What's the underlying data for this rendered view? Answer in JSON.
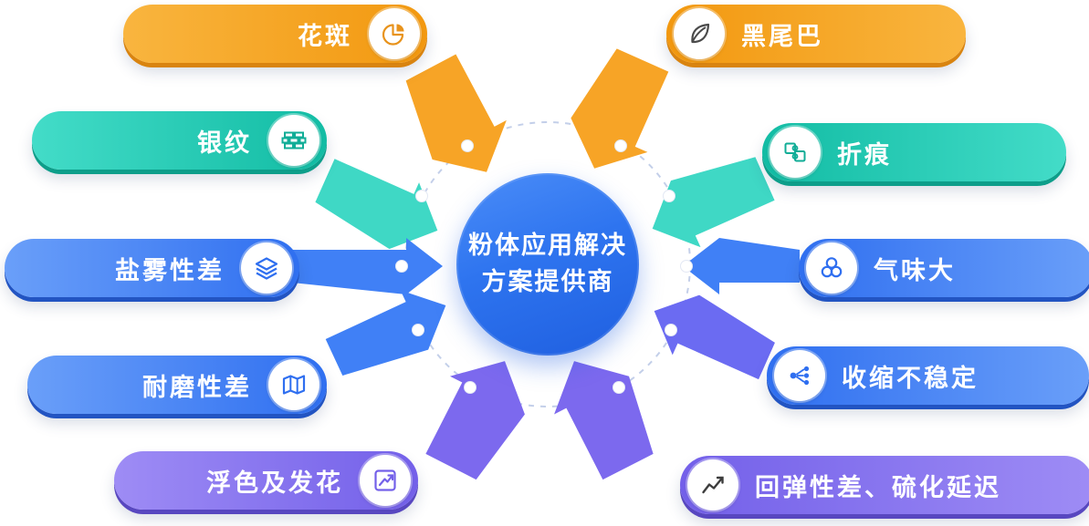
{
  "center": {
    "line1": "粉体应用解决",
    "line2": "方案提供商"
  },
  "pills": [
    {
      "label": "花斑",
      "icon": "pie-chart-icon",
      "color": "#F2980F"
    },
    {
      "label": "黑尾巴",
      "icon": "leaf-icon",
      "color": "#F2980F"
    },
    {
      "label": "银纹",
      "icon": "bricks-icon",
      "color": "#12BCA4"
    },
    {
      "label": "折痕",
      "icon": "puzzle-icon",
      "color": "#12BCA4"
    },
    {
      "label": "盐雾性差",
      "icon": "layers-icon",
      "color": "#2F6FF0"
    },
    {
      "label": "气味大",
      "icon": "bubbles-icon",
      "color": "#2F6FF0"
    },
    {
      "label": "耐磨性差",
      "icon": "map-icon",
      "color": "#2F6FF0"
    },
    {
      "label": "收缩不稳定",
      "icon": "branch-icon",
      "color": "#2F6FF0"
    },
    {
      "label": "浮色及发花",
      "icon": "trend-arrow-icon",
      "color": "#7360E9"
    },
    {
      "label": "回弹性差、硫化延迟",
      "icon": "line-chart-icon",
      "color": "#7360E9"
    }
  ],
  "palette": {
    "orange": "#F7A426",
    "teal": "#3FD8C5",
    "blue": "#4080F6",
    "indigo": "#6B6BF2",
    "purple": "#7C69EE",
    "center_blue": "#1F5FE0"
  }
}
